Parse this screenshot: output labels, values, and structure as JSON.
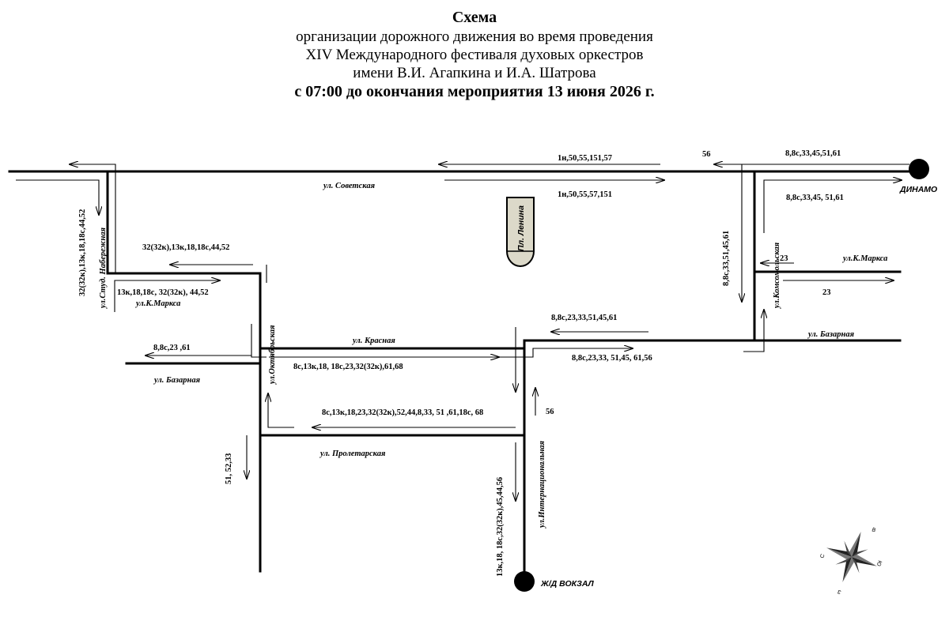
{
  "header": {
    "title": "Схема",
    "line1": "организации дорожного движения во время проведения",
    "line2": "XIV Международного фестиваля духовых оркестров",
    "line3": "имени В.И. Агапкина и И.А. Шатрова",
    "line4": "с 07:00 до окончания мероприятия  13 июня 2026 г."
  },
  "streets": {
    "sovetskaya": "ул. Советская",
    "stud_naberezhnaya": "ул.Студ. Набережная",
    "k_marksa_left": "ул.К.Маркса",
    "k_marksa_right": "ул.К.Маркса",
    "oktyabrskaya": "ул.Октябрьская",
    "krasnaya": "ул. Красная",
    "bazarnaya_left": "ул. Базарная",
    "bazarnaya_right": "ул. Базарная",
    "proletarskaya": "ул. Пролетарская",
    "internatsionalnaya": "ул.Интернациональная",
    "komsomolskaya": "ул.Комсомольская"
  },
  "landmarks": {
    "lenin_square": "Пл. Ленина",
    "dinamo": "ДИНАМО",
    "railway_station": "Ж/Д ВОКЗАЛ"
  },
  "routes": {
    "sov_west": "1н,50,55,151,57",
    "sov_east": "1н,50,55,57,151",
    "r56_top": "56",
    "dinamo_in": "8,8с,33,45,51,61",
    "dinamo_out": "8,8с,33,45, 51,61",
    "stud_nab": "32(32к),13к,18,18с,44,52",
    "kmarksa_west": "32(32к),13к,18,18с,44,52",
    "kmarksa_east": "13к,18,18с, 32(32к), 44,52",
    "bazarnaya_west": "8,8с,23 ,61",
    "krasnaya_east": "8с,13к,18, 18с,23,32(32к),61,68",
    "proletarskaya_west": "8с,13к,18,23,32(32к),52,44,8,33, 51 ,61,18с, 68",
    "oktyabrskaya_south": "51, 52,33",
    "intern_south": "13к,18, 18с,32(32к),45,44,56",
    "r56_mid": "56",
    "krasnaya_in": "8,8с,23,33,51,45,61",
    "krasnaya_out": "8,8с,23,33, 51,45, 61,56",
    "komsomolskaya_south": "8,8с,33,51,45,61",
    "r23_west": "23",
    "r23_east": "23"
  },
  "compass": {
    "n": "С",
    "e": "В",
    "s": "Ю",
    "w": "З"
  },
  "colors": {
    "road": "#000000",
    "arrow": "#000000",
    "monument_fill": "#dcd9c9"
  }
}
